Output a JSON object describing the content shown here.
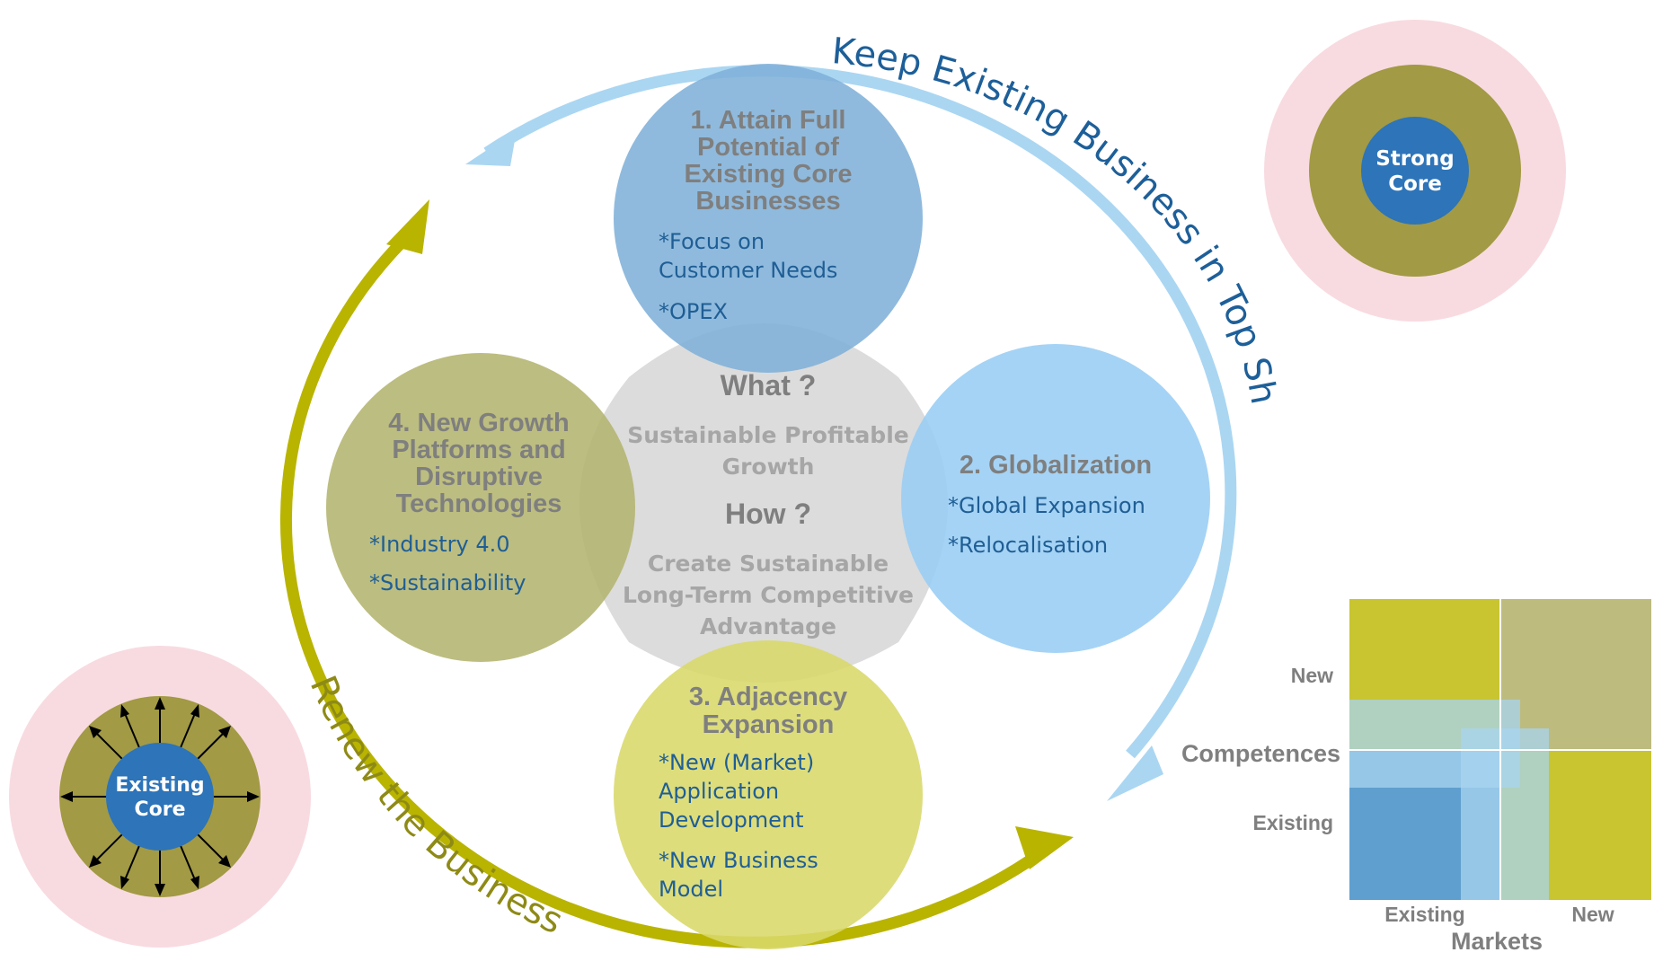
{
  "arc_labels": {
    "top": "Keep Existing Business in Top Shape",
    "bottom": "Renew the Business"
  },
  "center": {
    "what": "What ?",
    "what_text": [
      "Sustainable Profitable",
      "Growth"
    ],
    "how": "How ?",
    "how_text": [
      "Create Sustainable",
      "Long-Term Competitive",
      "Advantage"
    ]
  },
  "circles": {
    "c1": {
      "title": [
        "1. Attain Full",
        "Potential of",
        "Existing Core",
        "Businesses"
      ],
      "items": [
        "*Focus on",
        "Customer Needs",
        "*OPEX"
      ]
    },
    "c2": {
      "title": [
        "2. Globalization"
      ],
      "items": [
        "*Global Expansion",
        "*Relocalisation"
      ]
    },
    "c3": {
      "title": [
        "3. Adjacency",
        "Expansion"
      ],
      "items": [
        "*New (Market)",
        "Application",
        "Development",
        "*New Business",
        "Model"
      ]
    },
    "c4": {
      "title": [
        "4. New Growth",
        "Platforms and",
        "Disruptive",
        "Technologies"
      ],
      "items": [
        "*Industry 4.0",
        "*Sustainability"
      ]
    }
  },
  "strong_core": [
    "Strong",
    "Core"
  ],
  "existing_core": [
    "Existing",
    "Core"
  ],
  "matrix": {
    "y_axis_label": "Competences",
    "y_ticks": [
      "New",
      "Existing"
    ],
    "x_axis_label": "Markets",
    "x_ticks": [
      "Existing",
      "New"
    ]
  },
  "colors": {
    "blue_circle": "#7fb0d8",
    "light_blue_circle": "#99cdf4",
    "yellow_circle": "#d8d86a",
    "olive_circle": "#b3b46e",
    "center_gray": "#dcdcdc",
    "arc_blue": "#aad6f2",
    "arc_olive": "#b9b400",
    "pink_ring": "#f8dbe1",
    "olive_ring": "#a29a44",
    "core_blue": "#2d74b9"
  }
}
